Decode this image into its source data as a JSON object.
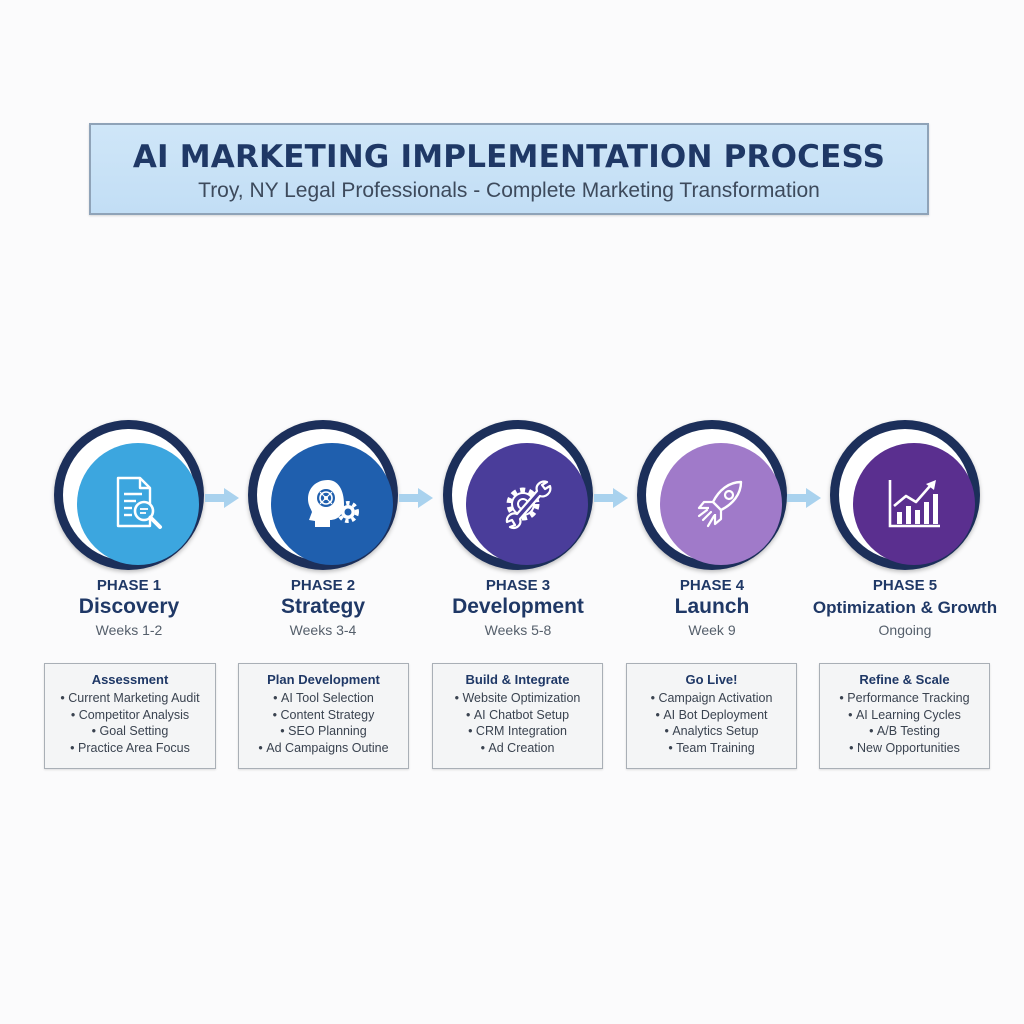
{
  "header": {
    "title": "AI MARKETING IMPLEMENTATION PROCESS",
    "subtitle": "Troy, NY Legal Professionals - Complete Marketing Transformation"
  },
  "colors": {
    "ring_dark": "#1c2f5a",
    "phase1": "#3ca6df",
    "phase2": "#1f5fae",
    "phase3": "#4a3d9a",
    "phase4": "#a07ac9",
    "phase5": "#5a2f8f",
    "arrow": "#a9d2ee",
    "title_text": "#1f3866"
  },
  "phases": [
    {
      "number": "PHASE 1",
      "name": "Discovery",
      "weeks": "Weeks 1-2",
      "icon": "document-search-icon",
      "card_title": "Assessment",
      "items": [
        "Current Marketing Audit",
        "Competitor Analysis",
        "Goal Setting",
        "Practice Area Focus"
      ]
    },
    {
      "number": "PHASE 2",
      "name": "Strategy",
      "weeks": "Weeks 3-4",
      "icon": "brain-gear-icon",
      "card_title": "Plan Development",
      "items": [
        "AI Tool Selection",
        "Content Strategy",
        "SEO Planning",
        "Ad Campaigns Outine"
      ]
    },
    {
      "number": "PHASE 3",
      "name": "Development",
      "weeks": "Weeks 5-8",
      "icon": "wrench-gear-icon",
      "card_title": "Build & Integrate",
      "items": [
        "Website Optimization",
        "AI Chatbot Setup",
        "CRM Integration",
        "Ad Creation"
      ]
    },
    {
      "number": "PHASE 4",
      "name": "Launch",
      "weeks": "Week 9",
      "icon": "rocket-icon",
      "card_title": "Go Live!",
      "items": [
        "Campaign Activation",
        "AI Bot Deployment",
        "Analytics Setup",
        "Team Training"
      ]
    },
    {
      "number": "PHASE 5",
      "name": "Optimization & Growth",
      "weeks": "Ongoing",
      "icon": "growth-chart-icon",
      "card_title": "Refine & Scale",
      "items": [
        "Performance Tracking",
        "AI Learning Cycles",
        "A/B Testing",
        "New Opportunities"
      ]
    }
  ]
}
